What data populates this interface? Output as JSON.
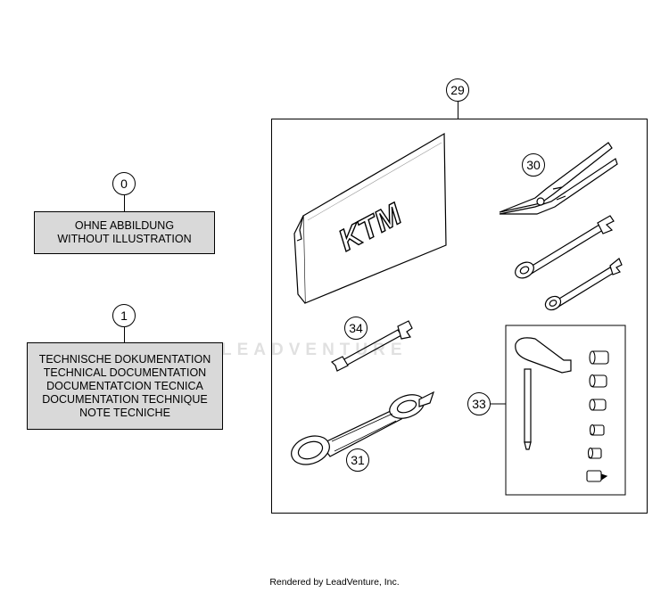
{
  "callouts": {
    "c0": "0",
    "c1": "1",
    "c29": "29",
    "c30": "30",
    "c31": "31",
    "c33": "33",
    "c34": "34"
  },
  "box0": {
    "line1": "OHNE ABBILDUNG",
    "line2": "WITHOUT ILLUSTRATION"
  },
  "box1": {
    "line1": "TECHNISCHE DOKUMENTATION",
    "line2": "TECHNICAL DOCUMENTATION",
    "line3": "DOCUMENTATCION TECNICA",
    "line4": "DOCUMENTATION TECHNIQUE",
    "line5": "NOTE TECNICHE"
  },
  "pouch_logo": "KTM",
  "watermark": "LEADVENTURE",
  "footer": "Rendered by LeadVenture, Inc."
}
